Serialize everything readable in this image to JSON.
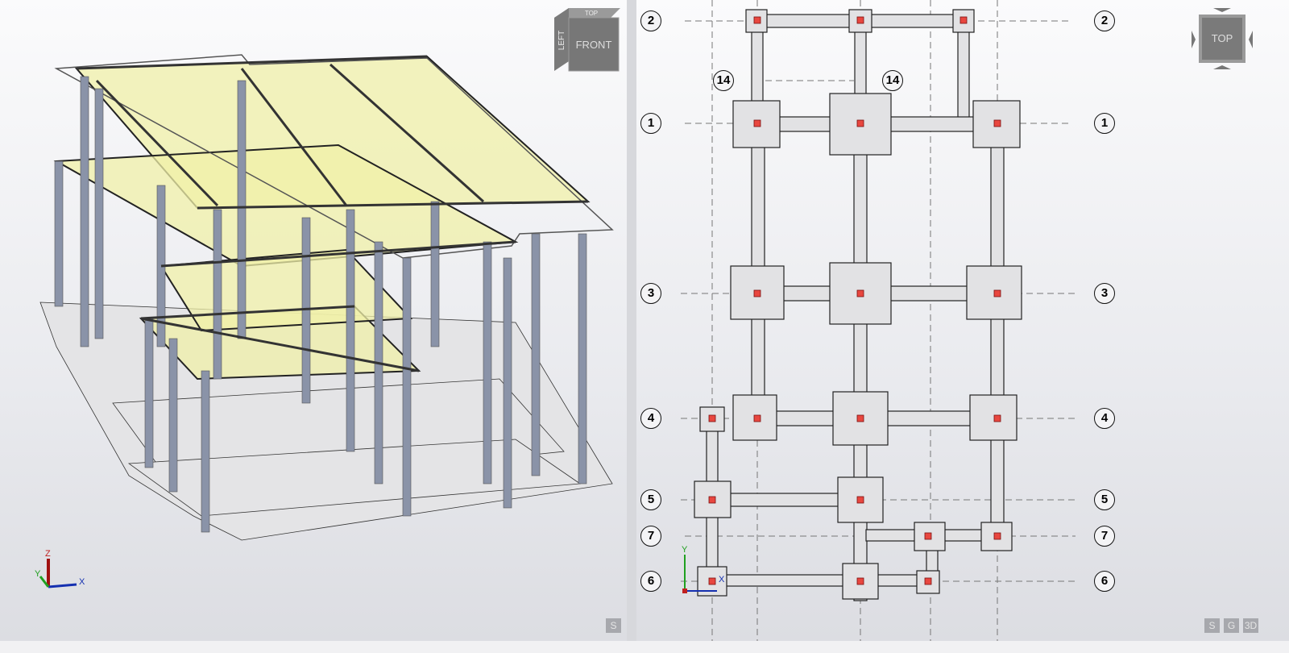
{
  "view3d": {
    "viewcube": {
      "front_label": "FRONT",
      "top_label": "TOP",
      "left_label": "LEFT"
    },
    "axes": {
      "x": "X",
      "y": "Y",
      "z": "Z"
    },
    "buttons": [
      {
        "label": "S"
      }
    ]
  },
  "viewtop": {
    "viewcube": {
      "top_label": "TOP"
    },
    "axes": {
      "x": "X",
      "y": "Y"
    },
    "buttons": [
      {
        "label": "S"
      },
      {
        "label": "G"
      },
      {
        "label": "3D"
      }
    ],
    "grid_rows": [
      {
        "label": "2"
      },
      {
        "label": "1"
      },
      {
        "label": "3"
      },
      {
        "label": "4"
      },
      {
        "label": "5"
      },
      {
        "label": "7"
      },
      {
        "label": "6"
      }
    ],
    "grid_columns": [
      {
        "label": "14"
      },
      {
        "label": "14"
      }
    ]
  },
  "colors": {
    "slab": "#eeee99",
    "column": "#8a93a8",
    "footing": "#e3e3e5",
    "column_mark": "#e8473f"
  }
}
